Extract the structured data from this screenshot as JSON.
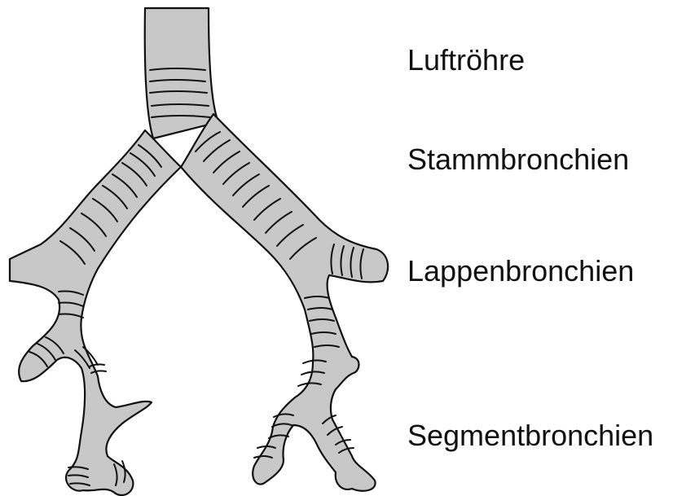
{
  "labels": {
    "trachea": "Luftröhre",
    "main_bronchi": "Stammbronchien",
    "lobar_bronchi": "Lappenbronchien",
    "segmental_bronchi": "Segmentbronchien"
  },
  "colors": {
    "airway_fill": "#c8c8c8",
    "outline": "#111111",
    "text": "#111111"
  }
}
